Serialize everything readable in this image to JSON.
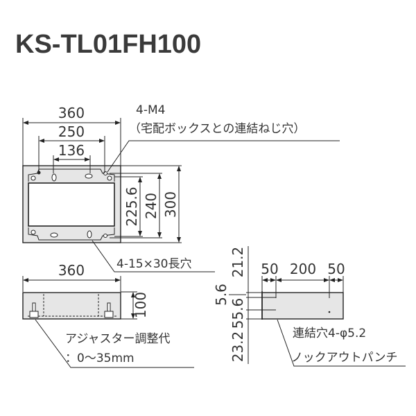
{
  "title": "KS-TL01FH100",
  "top_view": {
    "width_outer": "360",
    "width_mid": "250",
    "width_inner": "136",
    "height_outer": "300",
    "height_mid": "240",
    "height_inner": "225.6",
    "screw_note_line1": "4-M4",
    "screw_note_line2": "（宅配ボックスとの連結ねじ穴）",
    "slot_note": "4-15×30長穴"
  },
  "front_view": {
    "width": "360",
    "height": "100",
    "adjuster_note_line1": "アジャスター調整代",
    "adjuster_note_line2": "：0〜35mm"
  },
  "side_view": {
    "spacing": [
      "50",
      "200",
      "50"
    ],
    "heights": [
      "21.2",
      "5.6",
      "55.6",
      "23.2"
    ],
    "hole_note_line1": "連結穴4-φ5.2",
    "hole_note_line2": "ノックアウトパンチ"
  }
}
